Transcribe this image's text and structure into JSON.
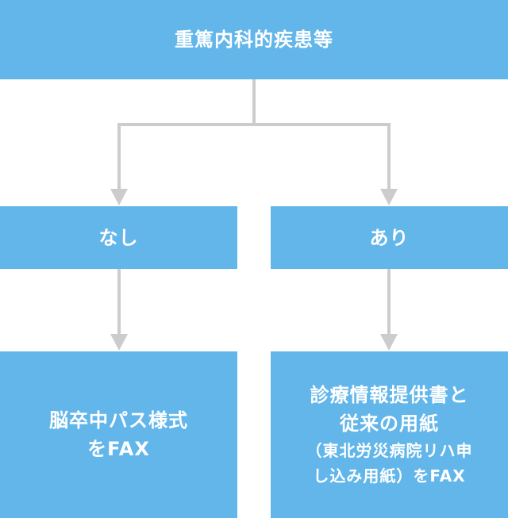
{
  "colors": {
    "box": "#63b6ea",
    "connector": "#cccccc",
    "text": "#ffffff"
  },
  "root": {
    "label": "重篤内科的疾患等"
  },
  "branches": [
    {
      "label": "なし",
      "result": {
        "lines": [
          "脳卒中パス様式",
          "をFAX"
        ]
      }
    },
    {
      "label": "あり",
      "result": {
        "lines": [
          "診療情報提供書と",
          "従来の用紙"
        ],
        "note_lines": [
          "（東北労災病院リハ申",
          "し込み用紙）をFAX"
        ]
      }
    }
  ]
}
